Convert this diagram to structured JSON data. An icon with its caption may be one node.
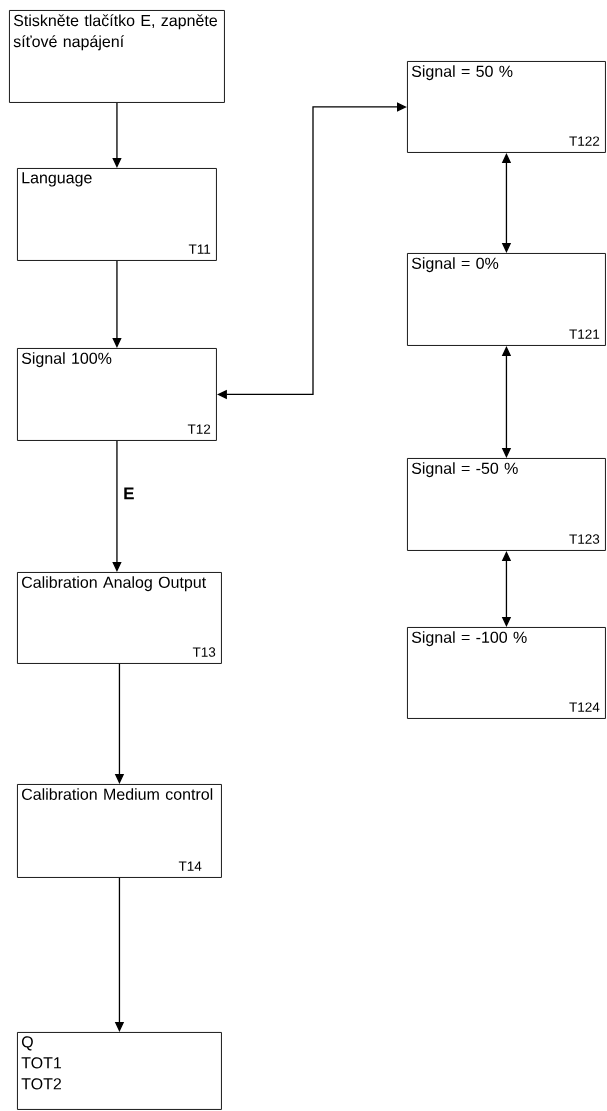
{
  "diagram": {
    "nodes": [
      {
        "text": [
          "Stiskněte tlačítko E, zapněte síťové napájení"
        ]
      },
      {
        "text": [
          "Language",
          "T11"
        ]
      },
      {
        "text": [
          "Signal 100%",
          "T12"
        ]
      },
      {
        "text": [
          "Calibration Analog Output",
          "T13"
        ]
      },
      {
        "text": [
          "Calibration Medium control",
          "T14"
        ]
      },
      {
        "text": [
          "Q",
          "TOT1",
          "TOT2"
        ]
      },
      {
        "text": [
          "Signal = 50 %",
          "T122"
        ]
      },
      {
        "text": [
          "Signal = 0%",
          "T121"
        ]
      },
      {
        "text": [
          "Signal = -50 %",
          "T123"
        ]
      },
      {
        "text": [
          "Signal = -100 %",
          "T124"
        ]
      }
    ],
    "edges": [
      {
        "from": 0,
        "to": 1,
        "arrow": "to"
      },
      {
        "from": 1,
        "to": 2,
        "arrow": "to"
      },
      {
        "from": 2,
        "to": 3,
        "arrow": "to",
        "label": "E"
      },
      {
        "from": 3,
        "to": 4,
        "arrow": "to"
      },
      {
        "from": 4,
        "to": 5,
        "arrow": "to"
      },
      {
        "from": 2,
        "to": 6,
        "arrow": "both"
      },
      {
        "from": 6,
        "to": 7,
        "arrow": "both"
      },
      {
        "from": 7,
        "to": 8,
        "arrow": "both"
      },
      {
        "from": 8,
        "to": 9,
        "arrow": "both"
      }
    ]
  }
}
